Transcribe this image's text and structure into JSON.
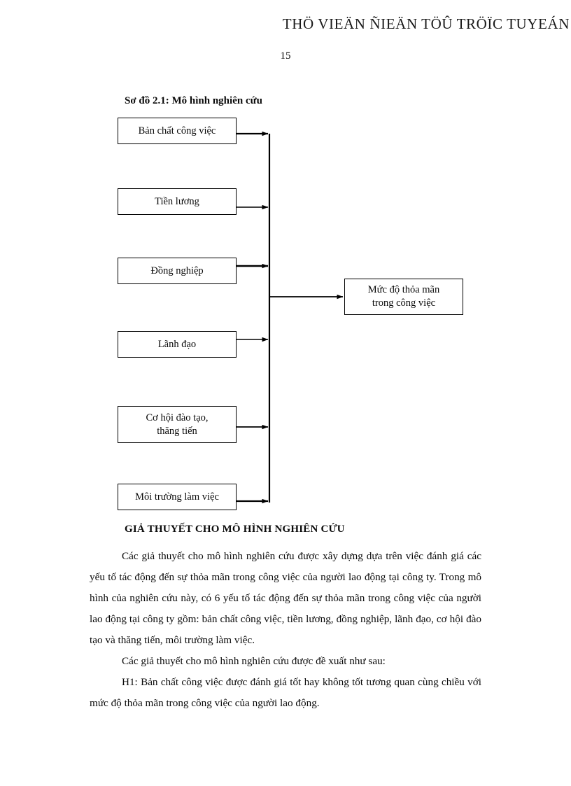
{
  "header": {
    "watermark": "THÖ VIEÄN ÑIEÄN TÖÛ TRÖÏC TUYEÁN"
  },
  "folio": {
    "page_number": "15"
  },
  "figure": {
    "caption": "Sơ đồ 2.1: Mô hình nghiên cứu",
    "input_nodes": [
      {
        "label": "Bản chất công việc"
      },
      {
        "label": "Tiền lương"
      },
      {
        "label": "Đồng nghiệp"
      },
      {
        "label": "Lãnh đạo"
      },
      {
        "label": "Cơ hội đào tạo,\nthăng tiến"
      },
      {
        "label": "Môi trường làm việc"
      }
    ],
    "output_node": {
      "label": "Mức độ thỏa mãn\ntrong công việc"
    },
    "line_color": "#000000"
  },
  "body": {
    "heading": "GIẢ THUYẾT CHO MÔ HÌNH NGHIÊN CỨU",
    "paragraphs": [
      "Các giả thuyết cho mô hình nghiên cứu được xây dựng dựa trên việc đánh giá các yếu tố tác động đến sự thỏa mãn trong công việc của người lao động tại công ty. Trong mô hình của nghiên cứu này, có 6 yếu tố tác động đến sự thỏa mãn trong công việc của người lao động tại công ty gồm: bản chất công việc, tiền lương, đồng nghiệp, lãnh đạo, cơ hội đào tạo và thăng tiến, môi trường làm việc.",
      "Các giả thuyết cho mô hình nghiên cứu được đề xuất như sau:",
      "H1: Bản chất công việc được đánh giá tốt hay không tốt tương quan cùng chiều với mức độ thỏa mãn trong công việc của người lao động."
    ]
  }
}
